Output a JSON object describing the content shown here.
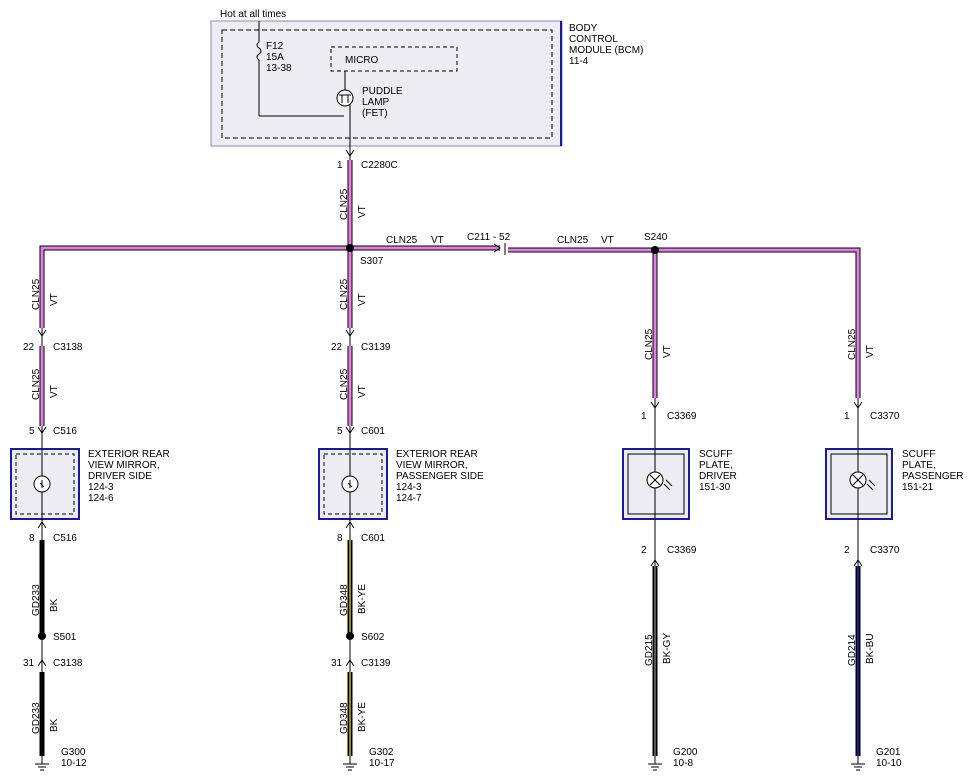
{
  "power": {
    "hot_label": "Hot at all times",
    "fuse": [
      "F12",
      "15A",
      "13-38"
    ]
  },
  "bcm": {
    "name": [
      "BODY",
      "CONTROL",
      "MODULE (BCM)",
      "11-4"
    ],
    "micro": "MICRO",
    "driver": [
      "PUDDLE",
      "LAMP",
      "(FET)"
    ]
  },
  "connectors": {
    "bcm_pin": "1",
    "bcm_conn": "C2280C",
    "s307": "S307",
    "s240": "S240",
    "inline": "C211 - 52",
    "c3138_pin": "22",
    "c3138": "C3138",
    "c3139_pin": "22",
    "c3139": "C3139",
    "c516_pin": "5",
    "c516": "C516",
    "c601_pin": "5",
    "c601": "C601",
    "c3369_pin": "1",
    "c3369": "C3369",
    "c3370_pin": "1",
    "c3370": "C3370",
    "c516b_pin": "8",
    "c516b": "C516",
    "c601b_pin": "8",
    "c601b": "C601",
    "c3369b_pin": "2",
    "c3369b": "C3369",
    "c3370b_pin": "2",
    "c3370b": "C3370",
    "s501": "S501",
    "s602": "S602",
    "c3138b_pin": "31",
    "c3138b": "C3138",
    "c3139b_pin": "31",
    "c3139b": "C3139"
  },
  "wires": {
    "feed_circuit": "CLN25",
    "feed_color": "VT",
    "gd233": "GD233",
    "bk": "BK",
    "gd348": "GD348",
    "bkye": "BK-YE",
    "gd215": "GD215",
    "bkgy": "BK-GY",
    "gd214": "GD214",
    "bkbu": "BK-BU"
  },
  "components": {
    "mirror_driver": [
      "EXTERIOR REAR",
      "VIEW MIRROR,",
      "DRIVER SIDE",
      "124-3",
      "124-6"
    ],
    "mirror_pass": [
      "EXTERIOR REAR",
      "VIEW MIRROR,",
      "PASSENGER SIDE",
      "124-3",
      "124-7"
    ],
    "scuff_driver": [
      "SCUFF",
      "PLATE,",
      "DRIVER",
      "151-30"
    ],
    "scuff_pass": [
      "SCUFF",
      "PLATE,",
      "PASSENGER",
      "151-21"
    ]
  },
  "grounds": {
    "g300": "G300",
    "g300_ref": "10-12",
    "g302": "G302",
    "g302_ref": "10-17",
    "g200": "G200",
    "g200_ref": "10-8",
    "g201": "G201",
    "g201_ref": "10-10"
  },
  "colors": {
    "violet": "#e37fe3",
    "black": "#000000",
    "yellow": "#f2e400",
    "gray": "#909090",
    "blue": "#1a1a9c",
    "module_border": "#5050b0",
    "module_fill": "#ececf2"
  }
}
